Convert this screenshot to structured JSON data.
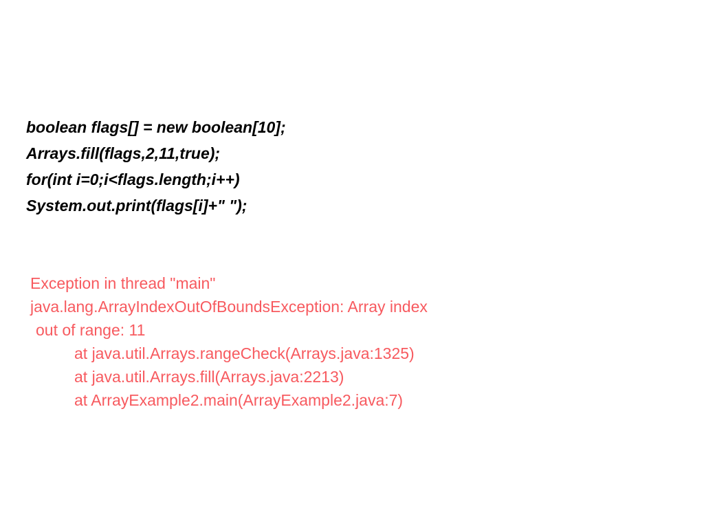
{
  "code": {
    "lines": [
      "boolean flags[] = new boolean[10];",
      "Arrays.fill(flags,2,11,true);",
      "for(int i=0;i<flags.length;i++)",
      "System.out.print(flags[i]+\" \");"
    ]
  },
  "error": {
    "color": "#f75a5f",
    "lines": [
      "Exception in thread \"main\"",
      "java.lang.ArrayIndexOutOfBoundsException: Array index",
      "out of range: 11",
      "at java.util.Arrays.rangeCheck(Arrays.java:1325)",
      "at java.util.Arrays.fill(Arrays.java:2213)",
      "at ArrayExample2.main(ArrayExample2.java:7)"
    ]
  }
}
